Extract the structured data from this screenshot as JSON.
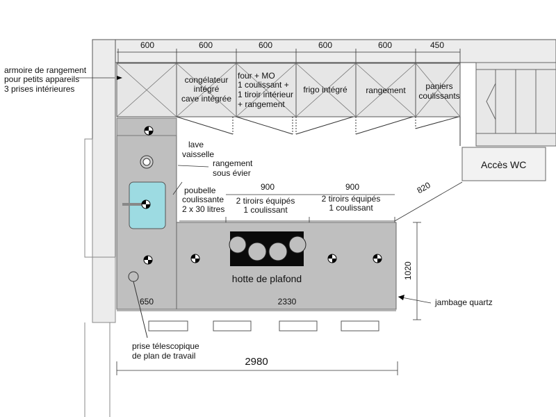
{
  "top_dims": [
    "600",
    "600",
    "600",
    "600",
    "600",
    "450"
  ],
  "cabinets": {
    "left_note_1": "armoire de rangement",
    "left_note_2": "pour petits appareils",
    "left_note_3": "3 prises intérieures",
    "cab2_1": "congélateur",
    "cab2_2": "intégré",
    "cab2_3": "cave intégrée",
    "cab3_1": "four + MO",
    "cab3_2": "1 coulissant +",
    "cab3_3": "1 tiroir intérieur",
    "cab3_4": "+ rangement",
    "cab4": "frigo intégré",
    "cab5": "rangement",
    "cab6_1": "paniers",
    "cab6_2": "coulissants"
  },
  "labels": {
    "acces_wc": "Accès WC",
    "lave_1": "lave",
    "lave_2": "vaisselle",
    "sous_evier_1": "rangement",
    "sous_evier_2": "sous évier",
    "poubelle_1": "poubelle",
    "poubelle_2": "coulissante",
    "poubelle_3": "2 x 30 litres",
    "drawers_1a": "2 tiroirs équipés",
    "drawers_1b": "1 coulissant",
    "drawers_2a": "2 tiroirs équipés",
    "drawers_2b": "1 coulissant",
    "hotte": "hotte de plafond",
    "jambage": "jambage quartz",
    "prise_1": "prise télescopique",
    "prise_2": "de plan de travail"
  },
  "dims": {
    "d900_a": "900",
    "d900_b": "900",
    "d820": "820",
    "d1020": "1020",
    "d650": "650",
    "d2330": "2330",
    "d2980": "2980"
  }
}
